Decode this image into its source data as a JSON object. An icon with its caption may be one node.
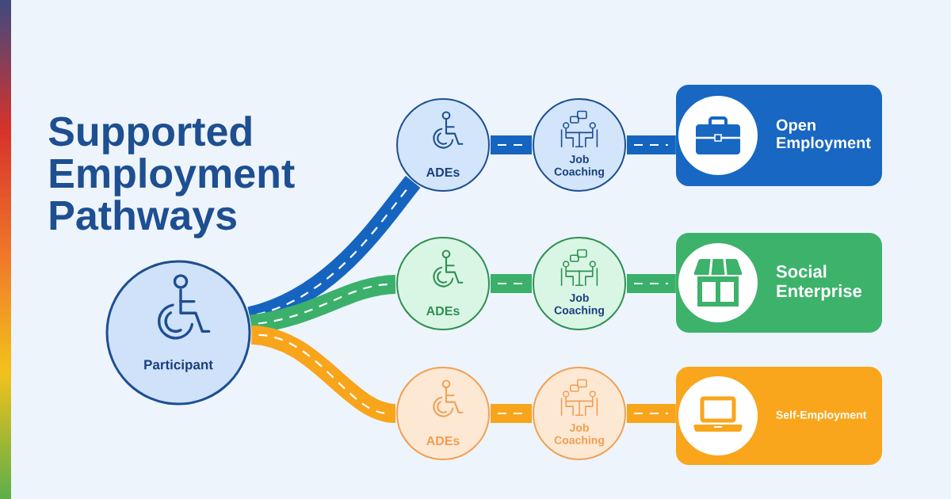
{
  "diagram": {
    "title": "Supported Employment Pathways",
    "nodes": [
      {
        "text": [
          "Participant"
        ]
      },
      {
        "text": [
          "ADEs"
        ]
      },
      {
        "text": [
          "Job Coaching"
        ]
      },
      {
        "text": [
          "Open Employment"
        ]
      },
      {
        "text": [
          "ADEs"
        ]
      },
      {
        "text": [
          "Job Coaching"
        ]
      },
      {
        "text": [
          "Social Enterprise"
        ]
      },
      {
        "text": [
          "ADEs"
        ]
      },
      {
        "text": [
          "Job Coaching"
        ]
      },
      {
        "text": [
          "Self-Employment"
        ]
      }
    ],
    "edges": [
      {
        "from": 0,
        "to": 1,
        "arrow": "none",
        "color": "#1565c0"
      },
      {
        "from": 1,
        "to": 2,
        "arrow": "none",
        "color": "#1565c0"
      },
      {
        "from": 2,
        "to": 3,
        "arrow": "none",
        "color": "#1565c0"
      },
      {
        "from": 0,
        "to": 4,
        "arrow": "none",
        "color": "#3bb06a"
      },
      {
        "from": 4,
        "to": 5,
        "arrow": "none",
        "color": "#3bb06a"
      },
      {
        "from": 5,
        "to": 6,
        "arrow": "none",
        "color": "#3bb06a"
      },
      {
        "from": 0,
        "to": 7,
        "arrow": "none",
        "color": "#f8a51c"
      },
      {
        "from": 7,
        "to": 8,
        "arrow": "none",
        "color": "#f8a51c"
      },
      {
        "from": 8,
        "to": 9,
        "arrow": "none",
        "color": "#f8a51c"
      }
    ]
  }
}
